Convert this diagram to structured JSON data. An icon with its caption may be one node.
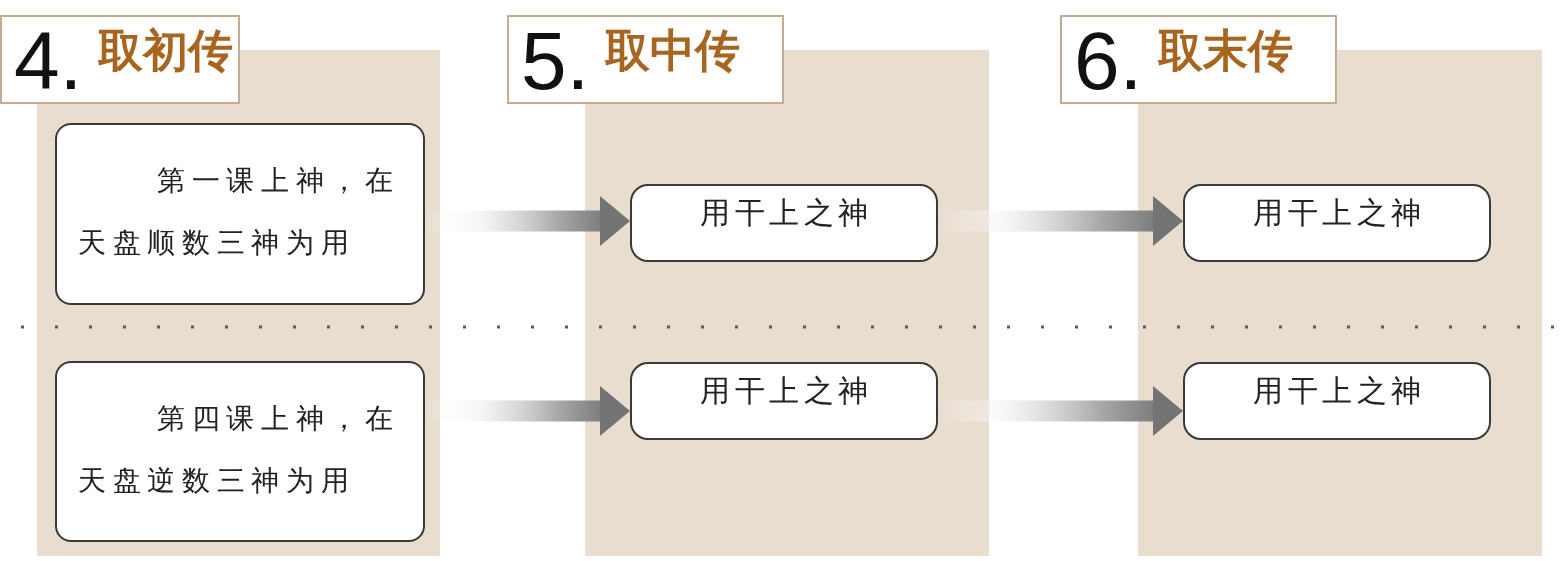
{
  "diagram": {
    "nodes": [
      {
        "text": [
          "4.",
          "取初传"
        ]
      },
      {
        "text": [],
        "shape": "box"
      },
      {
        "text": [
          "第一课上神，在天盘顺数三神为用"
        ],
        "in": 1
      },
      {
        "text": [
          "第四课上神，在天盘逆数三神为用"
        ],
        "in": 1
      },
      {
        "text": [
          "5.",
          "取中传"
        ]
      },
      {
        "text": [],
        "shape": "box"
      },
      {
        "text": [
          "用干上之神"
        ],
        "in": 5
      },
      {
        "text": [
          "用干上之神"
        ],
        "in": 5
      },
      {
        "text": [
          "6.",
          "取末传"
        ]
      },
      {
        "text": [],
        "shape": "box"
      },
      {
        "text": [
          "用干上之神"
        ],
        "in": 9
      },
      {
        "text": [
          "用干上之神"
        ],
        "in": 9
      }
    ],
    "edges": [
      {
        "from": 2,
        "to": 6,
        "arrow": "to"
      },
      {
        "from": 6,
        "to": 10,
        "arrow": "to"
      },
      {
        "from": 3,
        "to": 7,
        "arrow": "to"
      },
      {
        "from": 7,
        "to": 11,
        "arrow": "to"
      }
    ]
  }
}
